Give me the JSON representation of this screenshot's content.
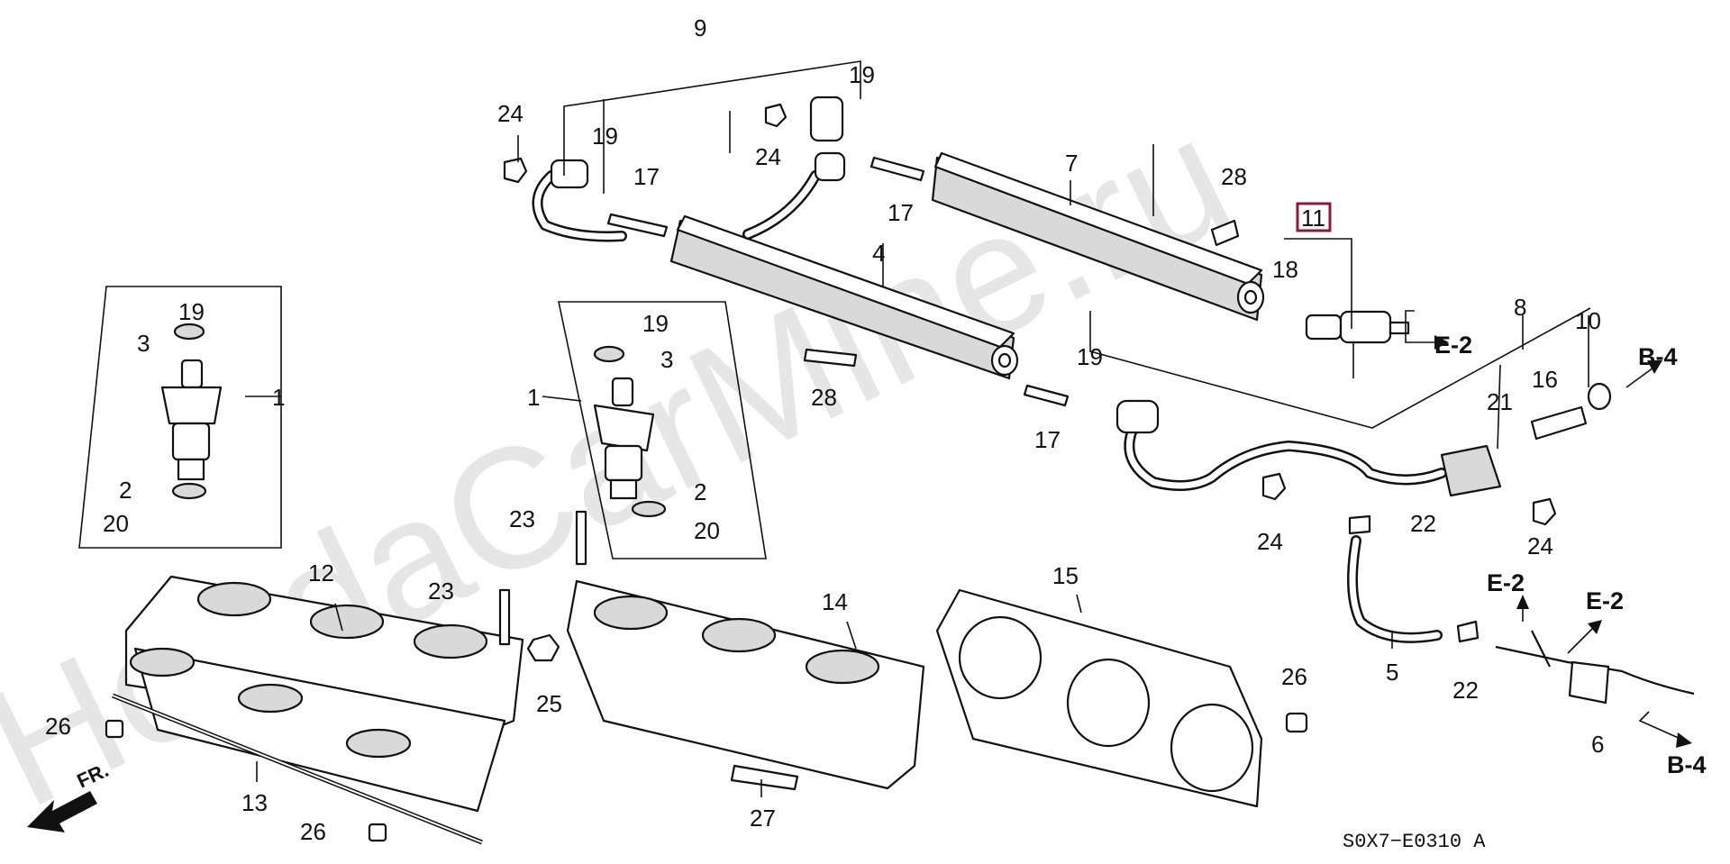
{
  "watermark": "HondaCarMine.ru",
  "diagram_code": "S0X7−E0310 A",
  "front_label": "FR.",
  "highlight_color": "#8b1a3a",
  "callouts": {
    "c1a": "1",
    "c1b": "1",
    "c2a": "2",
    "c2b": "2",
    "c3a": "3",
    "c3b": "3",
    "c4": "4",
    "c5": "5",
    "c6": "6",
    "c7": "7",
    "c8": "8",
    "c9": "9",
    "c10": "10",
    "c11": "11",
    "c12": "12",
    "c13": "13",
    "c14": "14",
    "c15": "15",
    "c16": "16",
    "c17a": "17",
    "c17b": "17",
    "c17c": "17",
    "c18": "18",
    "c19a": "19",
    "c19b": "19",
    "c19c": "19",
    "c19d": "19",
    "c19e": "19",
    "c20a": "20",
    "c20b": "20",
    "c21": "21",
    "c22a": "22",
    "c22b": "22",
    "c23a": "23",
    "c23b": "23",
    "c24a": "24",
    "c24b": "24",
    "c24c": "24",
    "c24d": "24",
    "c25": "25",
    "c26a": "26",
    "c26b": "26",
    "c26c": "26",
    "c27": "27",
    "c28a": "28",
    "c28b": "28"
  },
  "refs": {
    "e2a": "E-2",
    "e2b": "E-2",
    "e2c": "E-2",
    "b4a": "B-4",
    "b4b": "B-4"
  }
}
